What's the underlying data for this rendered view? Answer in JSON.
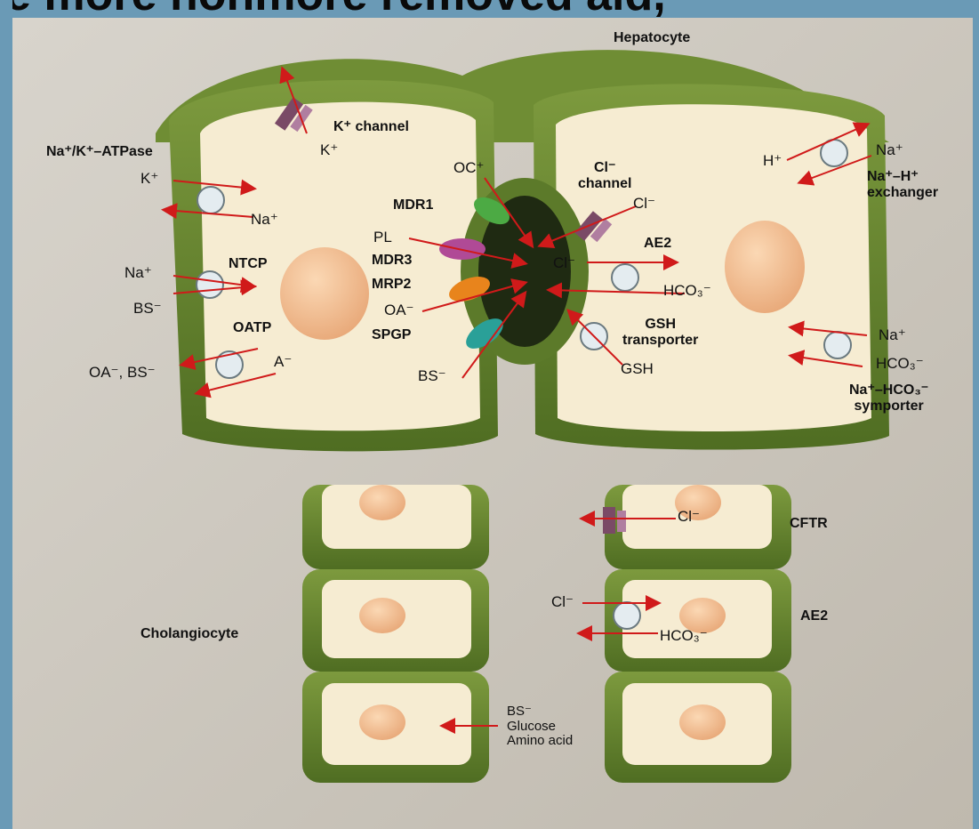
{
  "slide": {
    "heading": "e more nonmore removed aid,"
  },
  "diagram": {
    "hepatocyte_title": "Hepatocyte",
    "cholangiocyte_title": "Cholangiocyte",
    "left_cell": {
      "na_k_atpase": "Na⁺/K⁺–ATPase",
      "k_in": "K⁺",
      "na_out": "Na⁺",
      "k_channel": "K⁺ channel",
      "k_channel_ion": "K⁺",
      "ntcp": "NTCP",
      "ntcp_na": "Na⁺",
      "ntcp_bs": "BS⁻",
      "oatp": "OATP",
      "oatp_in": "OA⁻, BS⁻",
      "oatp_out": "A⁻"
    },
    "canalicular": {
      "oc": "OC⁺",
      "mdr1": "MDR1",
      "pl": "PL",
      "mdr3": "MDR3",
      "mrp2": "MRP2",
      "oa": "OA⁻",
      "spgp": "SPGP",
      "bs": "BS⁻",
      "cl_channel": "Cl⁻\nchannel",
      "cl_channel_ion": "Cl⁻",
      "ae2": "AE2",
      "ae2_cl": "Cl⁻",
      "ae2_hco3": "HCO₃⁻",
      "gsh_transporter": "GSH\ntransporter",
      "gsh": "GSH"
    },
    "right_cell": {
      "h": "H⁺",
      "na": "Na⁺",
      "exchanger": "Na⁺–H⁺\nexchanger",
      "symp_na": "Na⁺",
      "symp_hco3": "HCO₃⁻",
      "symporter": "Na⁺–HCO₃⁻\nsymporter"
    },
    "cholangiocyte": {
      "cftr": "CFTR",
      "cftr_ion": "Cl⁻",
      "ae2": "AE2",
      "ae2_cl": "Cl⁻",
      "ae2_hco3": "HCO₃⁻",
      "absorb": "BS⁻\nGlucose\nAmino acid"
    }
  }
}
